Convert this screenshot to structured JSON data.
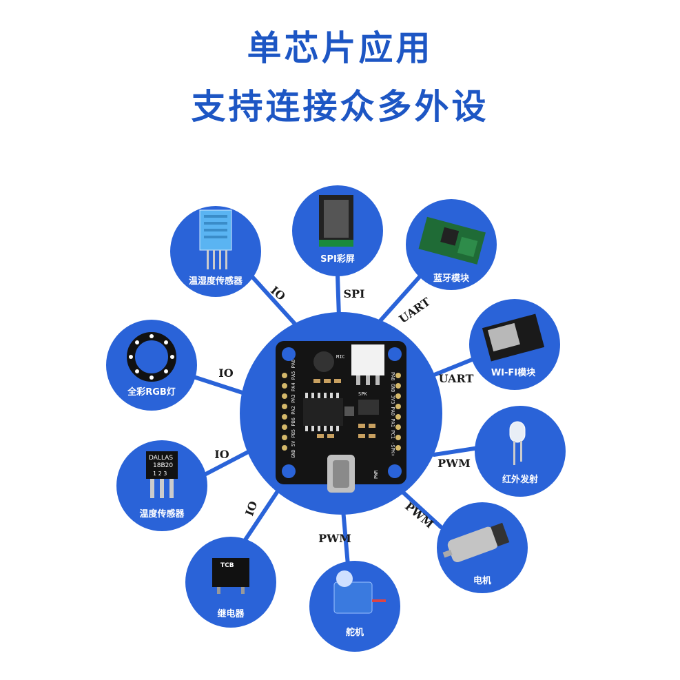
{
  "title": {
    "line1": "单芯片应用",
    "line2": "支持连接众多外设"
  },
  "board": {
    "mic_label": "MIC",
    "spk_label": "SPK",
    "pwr_label": "PWR",
    "pins_left": "GND 5V PB5 PB6 PA2 PA3 PA4 PA5 PA6",
    "pins_right": "PA8 GND 3V3 PA0 PA1 PC1 -SPK+"
  },
  "peripherals": [
    {
      "id": "spi-screen",
      "label": "SPI彩屏",
      "edge": "SPI",
      "icon": "lcd-icon"
    },
    {
      "id": "bluetooth",
      "label": "蓝牙模块",
      "edge": "UART",
      "icon": "bluetooth-module-icon"
    },
    {
      "id": "wifi",
      "label": "WI-FI模块",
      "edge": "UART",
      "icon": "wifi-module-icon"
    },
    {
      "id": "ir",
      "label": "红外发射",
      "edge": "PWM",
      "icon": "ir-led-icon"
    },
    {
      "id": "motor",
      "label": "电机",
      "edge": "PWM",
      "icon": "motor-icon"
    },
    {
      "id": "servo",
      "label": "舵机",
      "edge": "PWM",
      "icon": "servo-icon"
    },
    {
      "id": "relay",
      "label": "继电器",
      "edge": "IO",
      "icon": "relay-icon"
    },
    {
      "id": "temp",
      "label": "温度传感器",
      "edge": "IO",
      "icon": "ds18b20-icon"
    },
    {
      "id": "rgb",
      "label": "全彩RGB灯",
      "edge": "IO",
      "icon": "rgb-ring-icon"
    },
    {
      "id": "humidity",
      "label": "温湿度传感器",
      "edge": "IO",
      "icon": "dht-sensor-icon"
    }
  ],
  "chip_labels": {
    "ds18b20_brand": "DALLAS",
    "ds18b20_model": "18B20",
    "ds18b20_pins": "1 2 3",
    "relay_brand": "TCB"
  },
  "colors": {
    "accent": "#2a63d8",
    "title": "#1d56c4"
  }
}
